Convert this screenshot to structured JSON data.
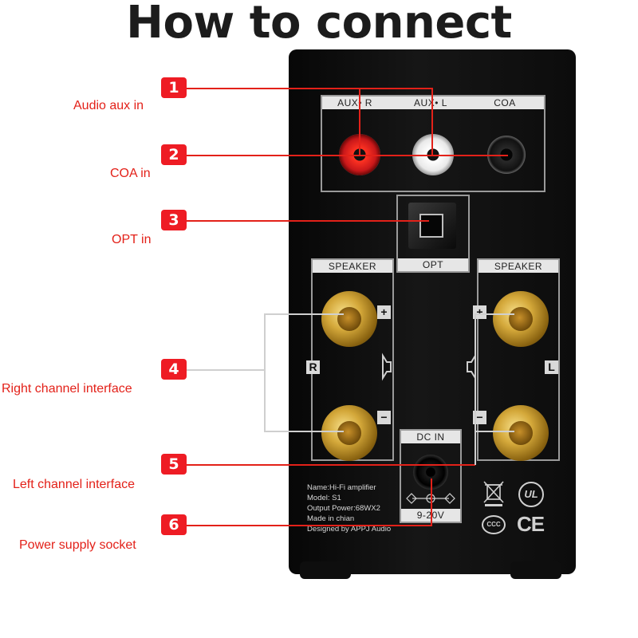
{
  "title": "How to connect",
  "inputs": {
    "aux_r": "AUX• R",
    "aux_l": "AUX• L",
    "coa": "COA",
    "opt": "OPT"
  },
  "speaker_left_header": "SPEAKER",
  "speaker_right_header": "SPEAKER",
  "channel_r": "R",
  "channel_l": "L",
  "plus": "+",
  "minus": "−",
  "dc": {
    "header": "DC IN",
    "voltage": "9-20V"
  },
  "specs": [
    "Name:Hi-Fi amplifier",
    "Model: S1",
    "Output Power:68WX2",
    "Made in chian",
    "Designed by APPJ Audio"
  ],
  "cert": {
    "ul": "UL",
    "ce": "CE",
    "ccc": "CCC"
  },
  "callouts": [
    {
      "num": "1",
      "label": "Audio aux in"
    },
    {
      "num": "2",
      "label": "COA in"
    },
    {
      "num": "3",
      "label": "OPT in"
    },
    {
      "num": "4",
      "label": "Right channel interface"
    },
    {
      "num": "5",
      "label": "Left channel interface"
    },
    {
      "num": "6",
      "label": "Power supply socket"
    }
  ],
  "colors": {
    "callout": "#e32119",
    "badge": "#ee1c24",
    "device": "#0d0d0d",
    "gold": "#d4a83a"
  }
}
